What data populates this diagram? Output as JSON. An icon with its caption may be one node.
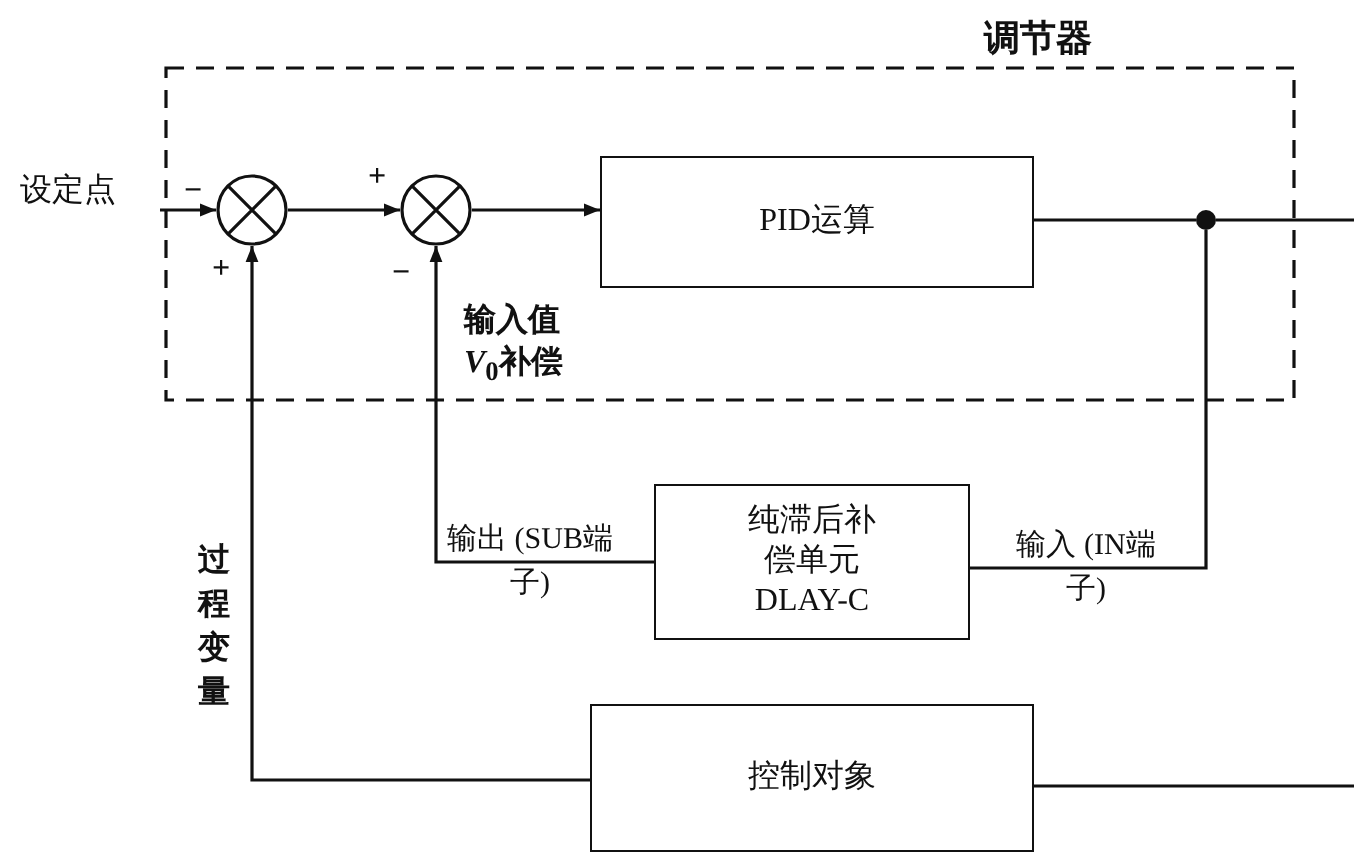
{
  "diagram": {
    "nodes": [
      {
        "text": [
          "调节器"
        ]
      },
      {
        "text": [
          "设定点"
        ]
      },
      {
        "text": [],
        "shape": "circle",
        "in": 0
      },
      {
        "text": [],
        "shape": "circle",
        "in": 0
      },
      {
        "text": [
          "PID运算"
        ],
        "in": 0
      },
      {
        "text": [],
        "shape": "circle",
        "in": 0
      },
      {
        "text": [
          "纯滞后补偿单元 DLAY-C"
        ],
        "beside": [
          "输出 (SUB端子)",
          "输入 (IN端子)"
        ]
      },
      {
        "text": [
          "控制对象"
        ]
      }
    ],
    "edges": [
      {
        "from": 1,
        "to": 2,
        "arrow": "to"
      },
      {
        "from": 2,
        "to": 3,
        "arrow": "to"
      },
      {
        "from": 3,
        "to": 4,
        "arrow": "to"
      },
      {
        "from": 4,
        "to": 5,
        "arrow": "none"
      },
      {
        "from": 5,
        "to": null,
        "arrow": "none"
      },
      {
        "from": 5,
        "to": 6,
        "arrow": "none"
      },
      {
        "from": 6,
        "to": 3,
        "arrow": "to",
        "label": "输入值 *V*$_{0}$补偿"
      },
      {
        "from": 7,
        "to": 2,
        "arrow": "to",
        "label": "过程变量"
      },
      {
        "from": null,
        "to": 7,
        "arrow": "none"
      }
    ],
    "labels": [
      "−",
      "+",
      "+",
      "−"
    ]
  }
}
